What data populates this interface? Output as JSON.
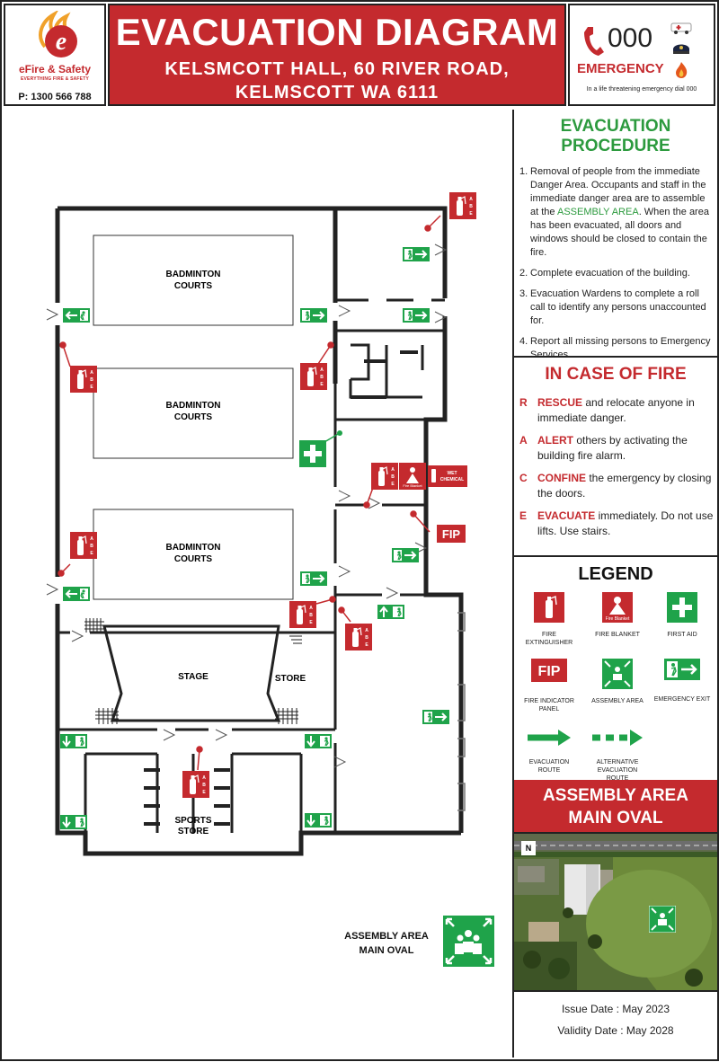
{
  "brand": {
    "name": "eFire & Safety",
    "tagline": "EVERYTHING FIRE & SAFETY",
    "phone": "P: 1300 566 788",
    "color": "#c42a2e"
  },
  "header": {
    "title": "EVACUATION DIAGRAM",
    "address_line1": "KELSMCOTT HALL, 60 RIVER ROAD,",
    "address_line2": "KELMSCOTT WA 6111"
  },
  "emergency": {
    "number": "000",
    "label": "EMERGENCY",
    "note": "In a life threatening emergency dial 000"
  },
  "procedure": {
    "title": "EVACUATION PROCEDURE",
    "steps": [
      {
        "n": "1.",
        "pre": "Removal of people from the immediate Danger Area. Occupants and staff in the immediate danger area are to assemble at the ",
        "highlight": "ASSEMBLY AREA",
        "post": ". When the area has been evacuated, all doors and windows should be closed to contain the fire."
      },
      {
        "n": "2.",
        "text": "Complete evacuation of the building."
      },
      {
        "n": "3.",
        "text": "Evacuation Wardens to complete a roll call to identify any persons unaccounted for."
      },
      {
        "n": "4.",
        "text": "Report all missing persons to Emergency Services."
      }
    ]
  },
  "fire": {
    "title": "IN CASE OF FIRE",
    "items": [
      {
        "letter": "R",
        "key": "RESCUE",
        "rest": " and relocate anyone in immediate danger."
      },
      {
        "letter": "A",
        "key": "ALERT",
        "rest": " others by activating the building fire alarm."
      },
      {
        "letter": "C",
        "key": "CONFINE",
        "rest": " the emergency by closing the doors."
      },
      {
        "letter": "E",
        "key": "EVACUATE",
        "rest": " immediately. Do not use lifts. Use stairs."
      }
    ]
  },
  "legend": {
    "title": "LEGEND",
    "extinguisher": "FIRE EXTINGUISHER",
    "blanket": "FIRE BLANKET",
    "first_aid": "FIRST AID",
    "fip": "FIRE INDICATOR PANEL",
    "assembly": "ASSEMBLY AREA",
    "exit": "EMERGENCY EXIT",
    "route": "EVACUATION ROUTE",
    "alt_route": "ALTERNATIVE EVACUATION ROUTE",
    "fip_text": "FIP",
    "blanket_text": "Fire Blanket"
  },
  "assembly_area": {
    "heading_line1": "ASSEMBLY AREA",
    "heading_line2": "MAIN OVAL",
    "plan_label_line1": "ASSEMBLY AREA",
    "plan_label_line2": "MAIN OVAL",
    "north": "N"
  },
  "dates": {
    "issue": "Issue Date : May 2023",
    "validity": "Validity Date : May 2028"
  },
  "plan": {
    "court1_line1": "BADMINTON",
    "court1_line2": "COURTS",
    "court2_line1": "BADMINTON",
    "court2_line2": "COURTS",
    "court3_line1": "BADMINTON",
    "court3_line2": "COURTS",
    "stage": "STAGE",
    "store": "STORE",
    "sports_store_line1": "SPORTS",
    "sports_store_line2": "STORE",
    "fip": "FIP",
    "wet_chemical_line1": "WET",
    "wet_chemical_line2": "CHEMICAL",
    "abe": "A B E",
    "fire_blanket": "Fire Blanket"
  },
  "colors": {
    "red": "#c42a2e",
    "green": "#2c9a3e",
    "exit_green": "#1fa34a"
  }
}
